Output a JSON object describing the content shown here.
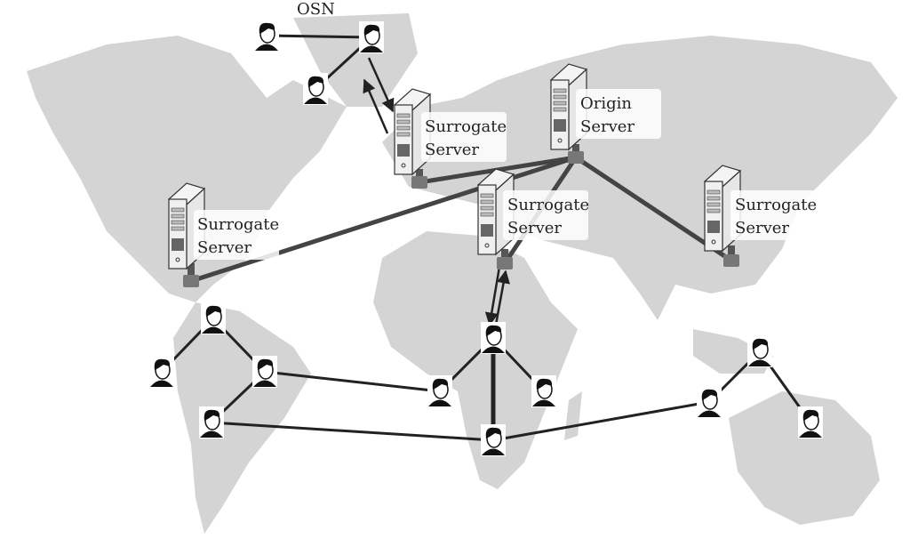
{
  "title": "OSN",
  "servers": {
    "europe": {
      "line1": "Surrogate",
      "line2": "Server"
    },
    "origin": {
      "line1": "Origin",
      "line2": "Server"
    },
    "africa": {
      "line1": "Surrogate",
      "line2": "Server"
    },
    "asia": {
      "line1": "Surrogate",
      "line2": "Server"
    },
    "america": {
      "line1": "Surrogate",
      "line2": "Server"
    }
  },
  "colors": {
    "land": "#d4d4d4",
    "line": "#222222",
    "server_link": "#444444",
    "hub": "#777777"
  }
}
